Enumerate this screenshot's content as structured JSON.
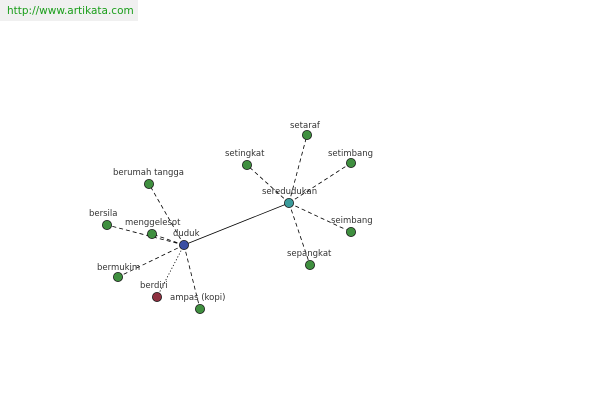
{
  "header": {
    "url_text": "http://www.artikata.com"
  },
  "colors": {
    "center": "#3b4fa3",
    "hub": "#3a9a9a",
    "related": "#3f8f3f",
    "antonym": "#8e3040",
    "edge": "#000000",
    "outline": "#1a1a1a"
  },
  "graph": {
    "nodes": [
      {
        "id": "duduk",
        "label": "duduk",
        "role": "center"
      },
      {
        "id": "seredudukan",
        "label": "seredudukan",
        "role": "hub"
      },
      {
        "id": "berumah-tangga",
        "label": "berumah tangga",
        "role": "related"
      },
      {
        "id": "bersila",
        "label": "bersila",
        "role": "related"
      },
      {
        "id": "menggelesot",
        "label": "menggelesot",
        "role": "related"
      },
      {
        "id": "bermukim",
        "label": "bermukim",
        "role": "related"
      },
      {
        "id": "berdiri",
        "label": "berdiri",
        "role": "antonym"
      },
      {
        "id": "ampas-kopi",
        "label": "ampas (kopi)",
        "role": "related"
      },
      {
        "id": "setingkat",
        "label": "setingkat",
        "role": "related"
      },
      {
        "id": "setaraf",
        "label": "setaraf",
        "role": "related"
      },
      {
        "id": "setimbang-1",
        "label": "setimbang",
        "role": "related"
      },
      {
        "id": "seimbang",
        "label": "seimbang",
        "role": "related"
      },
      {
        "id": "sepangkat",
        "label": "sepangkat",
        "role": "related"
      }
    ],
    "edges": [
      {
        "from": "duduk",
        "to": "seredudukan",
        "style": "solid"
      },
      {
        "from": "duduk",
        "to": "berumah-tangga",
        "style": "dashed"
      },
      {
        "from": "duduk",
        "to": "bersila",
        "style": "dashed"
      },
      {
        "from": "duduk",
        "to": "menggelesot",
        "style": "dashed"
      },
      {
        "from": "duduk",
        "to": "bermukim",
        "style": "dashed"
      },
      {
        "from": "duduk",
        "to": "berdiri",
        "style": "dotted"
      },
      {
        "from": "duduk",
        "to": "ampas-kopi",
        "style": "dashed"
      },
      {
        "from": "seredudukan",
        "to": "setingkat",
        "style": "dashed"
      },
      {
        "from": "seredudukan",
        "to": "setaraf",
        "style": "dashed"
      },
      {
        "from": "seredudukan",
        "to": "setimbang-1",
        "style": "dashed"
      },
      {
        "from": "seredudukan",
        "to": "seimbang",
        "style": "dashed"
      },
      {
        "from": "seredudukan",
        "to": "sepangkat",
        "style": "dashed"
      }
    ]
  }
}
